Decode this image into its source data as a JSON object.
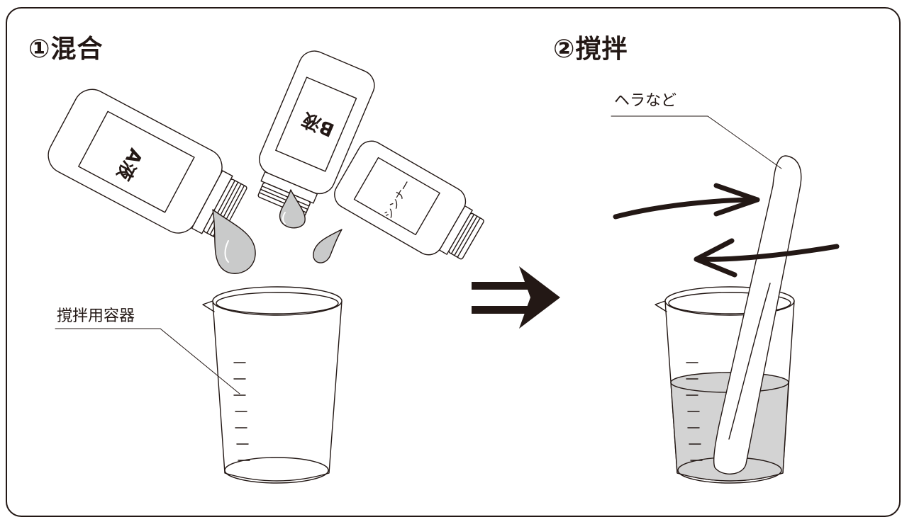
{
  "steps": {
    "step1_title": "①混合",
    "step2_title": "②撹拌"
  },
  "labels": {
    "bottle_a": "A液",
    "bottle_b": "B液",
    "bottle_thinner": "シンナー",
    "container_callout": "撹拌用容器",
    "spatula_callout": "ヘラなど"
  },
  "icons": {
    "transition": "double-arrow-right-icon"
  },
  "colors": {
    "line": "#231815",
    "liquid": "#d3d3d3",
    "drop": "#c9caca"
  }
}
